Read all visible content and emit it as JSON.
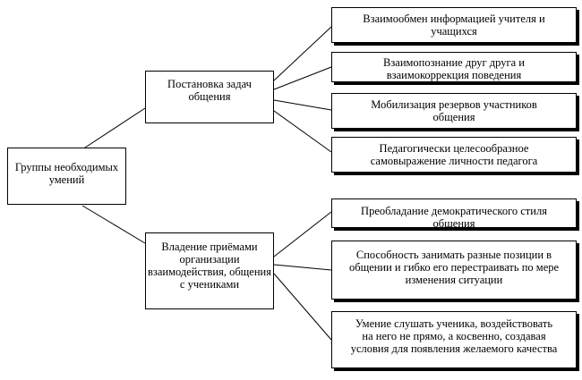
{
  "diagram": {
    "root": {
      "label": "Группы необходимых\nумений"
    },
    "branches": [
      {
        "label": "Постановка задач\nобщения",
        "children": [
          {
            "label": "Взаимообмен информацией учителя и\nучащихся"
          },
          {
            "label": "Взаимопознание друг друга и\nвзаимокоррекция поведения"
          },
          {
            "label": "Мобилизация резервов участников\nобщения"
          },
          {
            "label": "Педагогически целесообразное\nсамовыражение личности педагога"
          }
        ]
      },
      {
        "label": "Владение приёмами\nорганизации\nвзаимодействия, общения\nс учениками",
        "children": [
          {
            "label": "Преобладание демократического стиля\nобщения"
          },
          {
            "label": "Способность занимать разные позиции в\nобщении и гибко его перестраивать по мере\nизменения  ситуации"
          },
          {
            "label": "Умение слушать ученика, воздействовать\nна него не прямо, а косвенно, создавая\nусловия для появления желаемого качества"
          }
        ]
      }
    ]
  }
}
